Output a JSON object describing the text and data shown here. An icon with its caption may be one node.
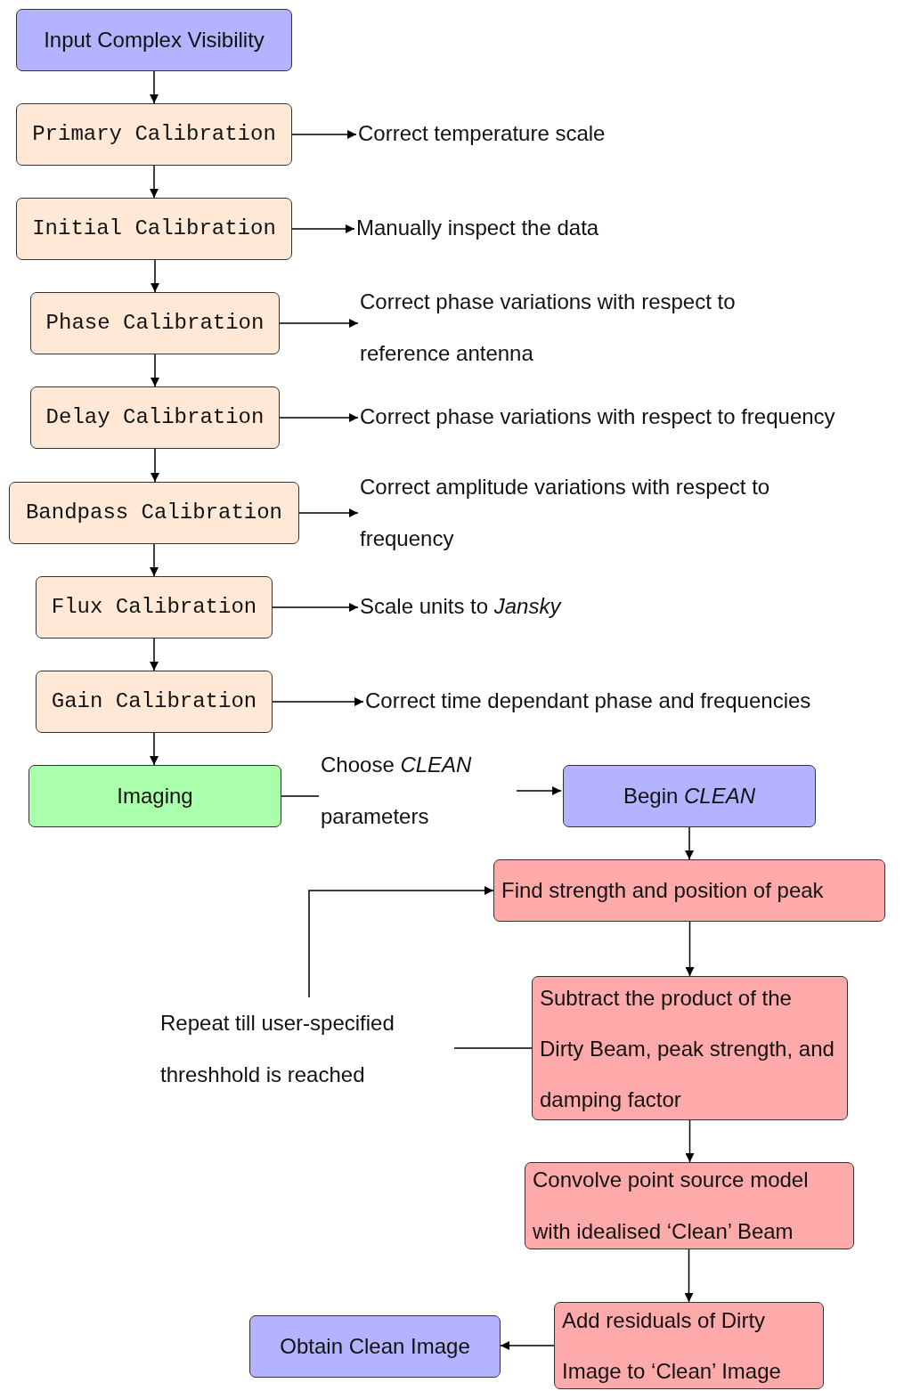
{
  "diagram": {
    "nodes": [
      {
        "text": [
          "Input Complex Visibility"
        ]
      },
      {
        "text": [
          "Primary Calibration"
        ]
      },
      {
        "text": [
          "Correct temperature scale"
        ]
      },
      {
        "text": [
          "Initial Calibration"
        ]
      },
      {
        "text": [
          "Manually inspect the data"
        ]
      },
      {
        "text": [
          "Phase Calibration"
        ]
      },
      {
        "text": [
          "Correct phase variations with respect to reference antenna"
        ]
      },
      {
        "text": [
          "Delay Calibration"
        ]
      },
      {
        "text": [
          "Correct phase variations with respect to frequency"
        ]
      },
      {
        "text": [
          "Bandpass Calibration"
        ]
      },
      {
        "text": [
          "Correct amplitude variations with respect to frequency"
        ]
      },
      {
        "text": [
          "Flux Calibration"
        ]
      },
      {
        "text": [
          "Scale units to *Jansky*"
        ]
      },
      {
        "text": [
          "Gain Calibration"
        ]
      },
      {
        "text": [
          "Correct time dependant phase and frequencies"
        ]
      },
      {
        "text": [
          "Imaging"
        ]
      },
      {
        "text": [
          "Choose *CLEAN* parameters"
        ]
      },
      {
        "text": [
          "Begin *CLEAN*"
        ]
      },
      {
        "text": [
          "Find strength and position of peak"
        ]
      },
      {
        "text": [
          "Repeat till user-specified threshhold is reached"
        ]
      },
      {
        "text": [
          "Subtract the product of the Dirty Beam, peak strength, and damping factor"
        ]
      },
      {
        "text": [
          "Convolve point source model with idealised ‘Clean’ Beam"
        ]
      },
      {
        "text": [
          "Add residuals of Dirty Image to ‘Clean’ Image"
        ]
      },
      {
        "text": [
          "Obtain Clean Image"
        ]
      }
    ],
    "edges": [
      {
        "from": 0,
        "to": 1,
        "arrow": "to"
      },
      {
        "from": 1,
        "to": 2,
        "arrow": "to"
      },
      {
        "from": 1,
        "to": 3,
        "arrow": "to"
      },
      {
        "from": 3,
        "to": 4,
        "arrow": "to"
      },
      {
        "from": 3,
        "to": 5,
        "arrow": "to"
      },
      {
        "from": 5,
        "to": 6,
        "arrow": "to"
      },
      {
        "from": 5,
        "to": 7,
        "arrow": "to"
      },
      {
        "from": 7,
        "to": 8,
        "arrow": "to"
      },
      {
        "from": 7,
        "to": 9,
        "arrow": "to"
      },
      {
        "from": 9,
        "to": 10,
        "arrow": "to"
      },
      {
        "from": 9,
        "to": 11,
        "arrow": "to"
      },
      {
        "from": 11,
        "to": 12,
        "arrow": "to"
      },
      {
        "from": 11,
        "to": 13,
        "arrow": "to"
      },
      {
        "from": 13,
        "to": 14,
        "arrow": "to"
      },
      {
        "from": 13,
        "to": 15,
        "arrow": "to"
      },
      {
        "from": 15,
        "to": 16,
        "arrow": "none"
      },
      {
        "from": 16,
        "to": 17,
        "arrow": "to"
      },
      {
        "from": 17,
        "to": 18,
        "arrow": "to"
      },
      {
        "from": 18,
        "to": 20,
        "arrow": "to"
      },
      {
        "from": 20,
        "to": 19,
        "arrow": "none"
      },
      {
        "from": 19,
        "to": 18,
        "arrow": "to"
      },
      {
        "from": 20,
        "to": 21,
        "arrow": "to"
      },
      {
        "from": 21,
        "to": 22,
        "arrow": "to"
      },
      {
        "from": 22,
        "to": 23,
        "arrow": "to"
      }
    ]
  }
}
